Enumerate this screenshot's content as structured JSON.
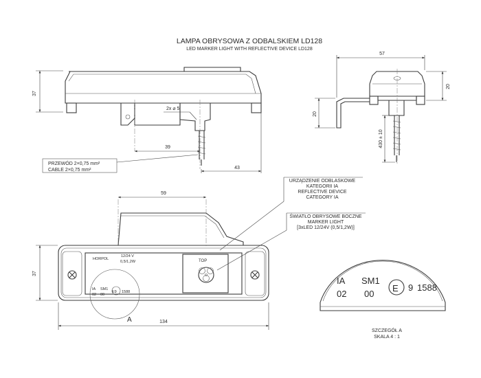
{
  "title": {
    "pl": "LAMPA OBRYSOWA Z ODBALSKIEM LD128",
    "en": "LED MARKER LIGHT WITH REFLECTIVE DEVICE LD128"
  },
  "dimensions": {
    "top_width": "57",
    "top_height_left": "37",
    "top_height_right": "20",
    "side_left": "20",
    "cable_length": "430 ± 10",
    "hole_spacing": "39",
    "hole_label": "2x ⌀ 5",
    "offset": "43",
    "front_top_width": "59",
    "front_height": "37",
    "total_width": "134"
  },
  "callouts": {
    "cable_pl": "PRZEWÓD 2×0,75 mm²",
    "cable_en": "CABLE 2×0,75 mm²",
    "reflector_1": "URZĄDZENIE ODBLASKOWE",
    "reflector_2": "KATEGORII IA",
    "reflector_3": "REFLECTIVE DEVICE",
    "reflector_4": "CATEGORY IA",
    "marker_1": "ŚWIATŁO OBRYSOWE BOCZNE",
    "marker_2": "MARKER LIGHT",
    "marker_3": "[3xLED 12/24V (0,5/1,2W)]"
  },
  "lens_text": {
    "brand": "HORPOL",
    "voltage": "12/24 V",
    "power": "0,5/1,2W",
    "cat_ia": "IA",
    "sm1": "SM1",
    "code_02": "02",
    "code_00": "00",
    "e9": "E9",
    "num": "1588",
    "top": "TOP"
  },
  "detail": {
    "marker": "A",
    "ia": "IA",
    "sm1": "SM1",
    "code_02": "02",
    "code_00": "00",
    "e": "E",
    "nine": "9",
    "num": "1588",
    "caption_1": "SZCZEGÓŁ A",
    "caption_2": "SKALA 4 : 1"
  }
}
